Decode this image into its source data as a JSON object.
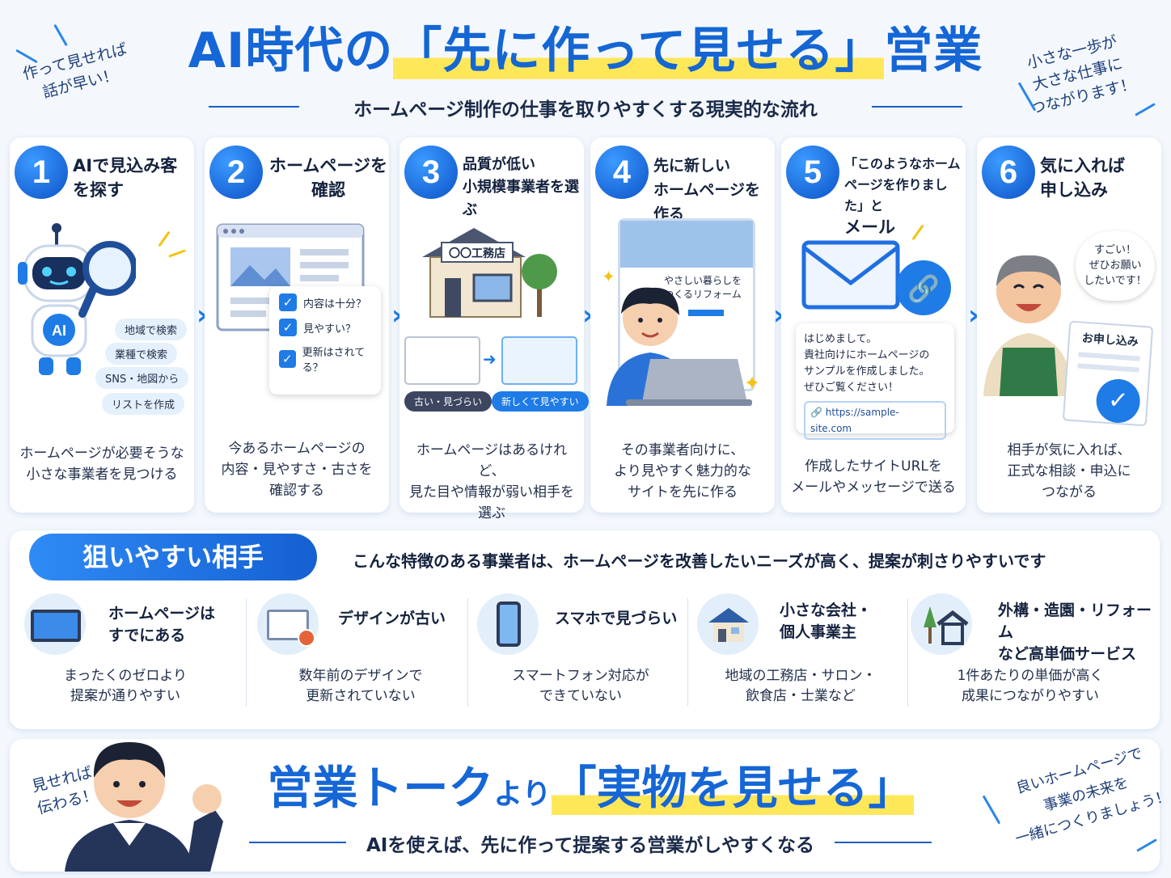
{
  "header": {
    "title_prefix": "AI時代の",
    "title_highlight": "「先に作って見せる」",
    "title_suffix": "営業",
    "subtitle": "ホームページ制作の仕事を取りやすくする現実的な流れ"
  },
  "notes": {
    "left": [
      "作って見せれば",
      "話が早い！"
    ],
    "right": [
      "小さな一歩が",
      "大さな仕事に",
      "つながります！"
    ]
  },
  "steps": [
    {
      "num": "1",
      "title": [
        "AIで見込み客",
        "を探す"
      ],
      "desc": [
        "ホームページが必要そうな",
        "小さな事業者を見つける"
      ],
      "pills": [
        "地域で検索",
        "業種で検索",
        "SNS・地図から",
        "リストを作成"
      ],
      "badge": "AI"
    },
    {
      "num": "2",
      "title": [
        "ホームページを",
        "確認"
      ],
      "desc": [
        "今あるホームページの",
        "内容・見やすさ・古さを",
        "確認する"
      ],
      "checks": [
        "内容は十分？",
        "見やすい？",
        "更新はされてる？"
      ]
    },
    {
      "num": "3",
      "title": [
        "品質が低い",
        "小規模事業者を選ぶ"
      ],
      "desc": [
        "ホームページはあるけれど、",
        "見た目や情報が弱い相手を",
        "選ぶ"
      ],
      "shop": "〇〇工務店",
      "old": "古い・見づらい",
      "new": "新しくて見やすい"
    },
    {
      "num": "4",
      "title": [
        "先に新しい",
        "ホームページを作る"
      ],
      "desc": [
        "その事業者向けに、",
        "より見やすく魅力的な",
        "サイトを先に作る"
      ],
      "site_text": [
        "やさしい暮らしを",
        "つくるリフォーム"
      ]
    },
    {
      "num": "5",
      "title": [
        "「このようなホーム",
        "ページを作りました」と",
        "メール"
      ],
      "desc": [
        "作成したサイトURLを",
        "メールやメッセージで送る"
      ],
      "mail": [
        "はじめまして。",
        "貴社向けにホームページの",
        "サンプルを作成しました。",
        "ぜひご覧ください！"
      ],
      "url": "https://sample-site.com"
    },
    {
      "num": "6",
      "title": [
        "気に入れば",
        "申し込み"
      ],
      "desc": [
        "相手が気に入れば、",
        "正式な相談・申込に",
        "つながる"
      ],
      "bubble": [
        "すごい！",
        "ぜひお願い",
        "したいです！"
      ],
      "form": "お申し込み"
    }
  ],
  "targets": {
    "badge": "狙いやすい相手",
    "lead": "こんな特徴のある事業者は、ホームページを改善したいニーズが高く、提案が刺さりやすいです",
    "items": [
      {
        "title": [
          "ホームページは",
          "すでにある"
        ],
        "desc": [
          "まったくのゼロより",
          "提案が通りやすい"
        ]
      },
      {
        "title": [
          "デザインが古い"
        ],
        "desc": [
          "数年前のデザインで",
          "更新されていない"
        ]
      },
      {
        "title": [
          "スマホで見づらい"
        ],
        "desc": [
          "スマートフォン対応が",
          "できていない"
        ]
      },
      {
        "title": [
          "小さな会社・",
          "個人事業主"
        ],
        "desc": [
          "地域の工務店・サロン・",
          "飲食店・士業など"
        ]
      },
      {
        "title": [
          "外構・造園・リフォーム",
          "など高単価サービス"
        ],
        "desc": [
          "1件あたりの単価が高く",
          "成果につながりやすい"
        ]
      }
    ]
  },
  "bottom": {
    "title_a": "営業トーク",
    "title_b": "より",
    "title_c": "「実物を見せる」",
    "subtitle": "AIを使えば、先に作って提案する営業がしやすくなる",
    "note_left": [
      "見せれば",
      "伝わる！"
    ],
    "note_right": [
      "良いホームページで",
      "事業の未来を",
      "一緒につくりましょう！"
    ]
  },
  "colors": {
    "primary": "#1566d6",
    "highlight": "#ffe75a",
    "card": "#ffffff",
    "bg": "#f4f8fd"
  }
}
